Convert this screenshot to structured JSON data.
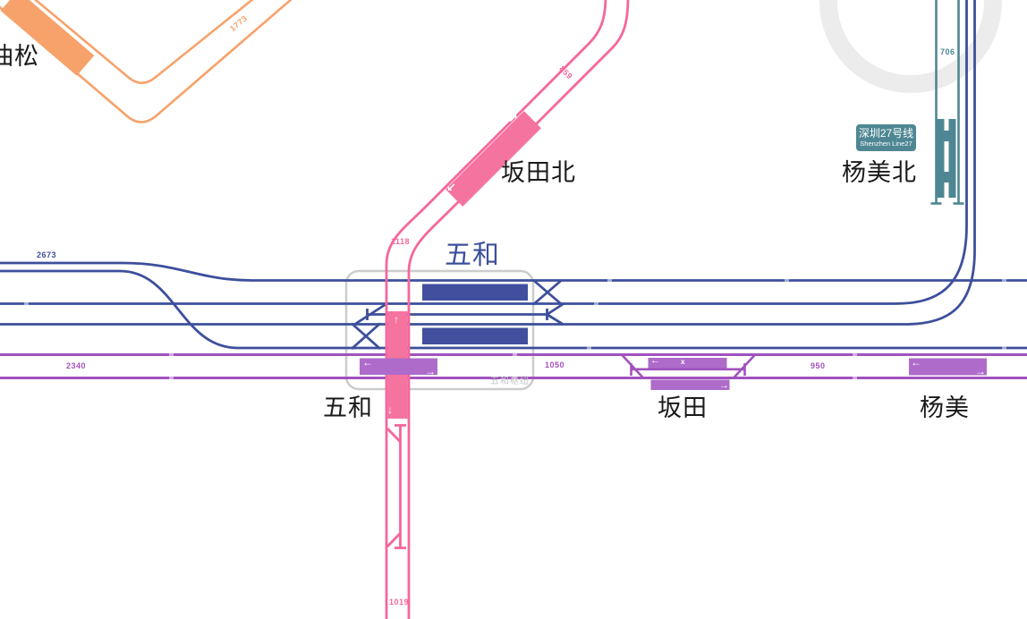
{
  "diagram": {
    "type": "rail-track-schematic",
    "network": "Shenzhen metro track map",
    "lines": [
      {
        "id": "orange-line",
        "color": "#F7A26B",
        "stations": [
          "油松"
        ]
      },
      {
        "id": "pink-line",
        "color": "#F4679C",
        "stations": [
          "坂田北",
          "五和"
        ]
      },
      {
        "id": "blue-line",
        "color": "#3D4F9C",
        "stations": [
          "五和"
        ]
      },
      {
        "id": "purple-line",
        "color": "#A152BE",
        "stations": [
          "五和",
          "坂田",
          "杨美"
        ]
      },
      {
        "id": "teal-line",
        "color": "#4E8793",
        "stations": [
          "杨美北"
        ]
      }
    ]
  },
  "colors": {
    "orange": "#F7A26B",
    "pink": "#F4679C",
    "blue": "#3D4F9C",
    "purple": "#A152BE",
    "teal": "#4E8793",
    "ring_gray": "#ECECEC",
    "hub_box_border": "#CCCCCC"
  },
  "labels": {
    "yousong": "油松",
    "bantian_north": "坂田北",
    "yangmei_north": "杨美北",
    "wuhe_blue": "五和",
    "wuhe_hub": "五和枢纽",
    "wuhe_purple": "五和",
    "bantian": "坂田",
    "yangmei": "杨美",
    "badge_cn": "深圳27号线",
    "badge_en": "Shenzhen Line27"
  },
  "distances": {
    "orange_1773": "1773",
    "pink_859": "859",
    "pink_1118": "1118",
    "pink_1019": "1019",
    "blue_2673": "2673",
    "purple_2340": "2340",
    "purple_1050": "1050",
    "purple_950": "950",
    "teal_706": "706"
  },
  "arrows": {
    "left": "←",
    "right": "→",
    "up": "↑",
    "down": "↓",
    "up_right": "↗",
    "down_left": "↙",
    "cross": "x"
  }
}
